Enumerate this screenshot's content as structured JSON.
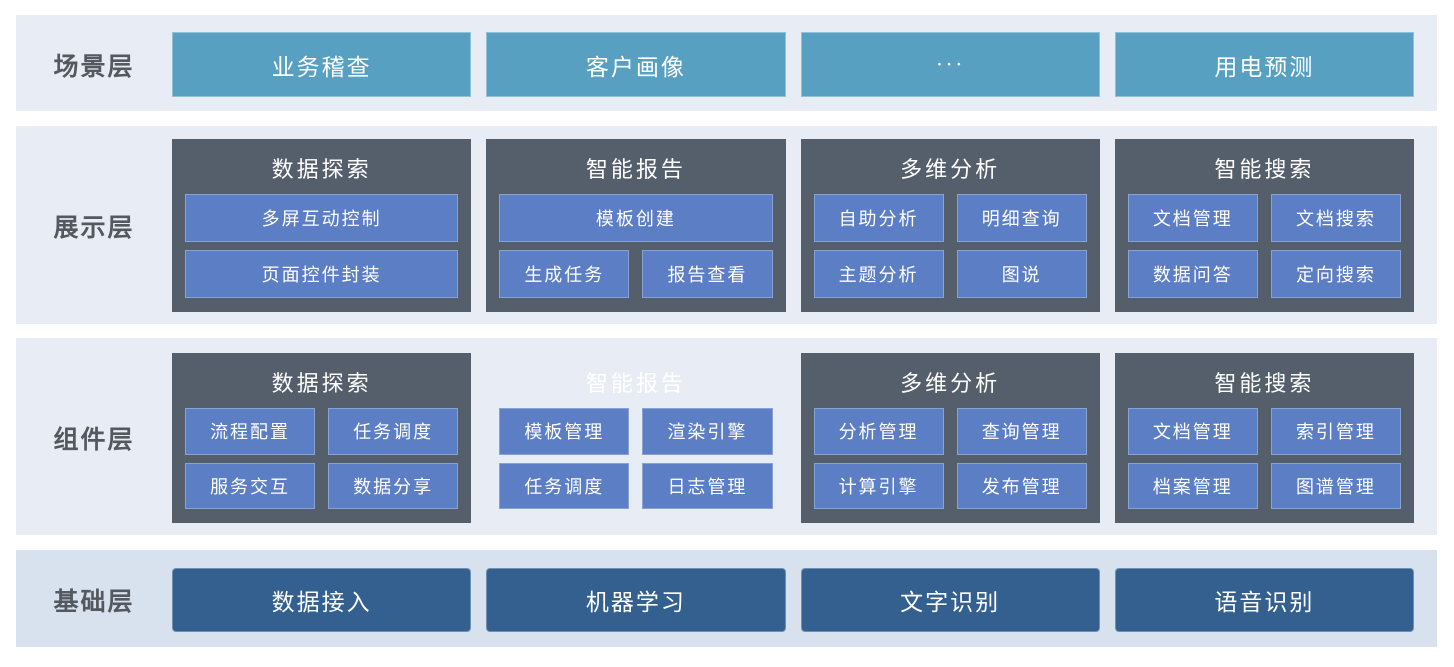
{
  "scene": {
    "label": "场景层",
    "boxes": [
      "业务稽查",
      "客户画像",
      "···",
      "用电预测"
    ]
  },
  "display": {
    "label": "展示层",
    "groups": [
      {
        "title": "数据探索",
        "items": [
          "多屏互动控制",
          "页面控件封装"
        ]
      },
      {
        "title": "智能报告",
        "items": [
          "模板创建",
          "生成任务",
          "报告查看"
        ]
      },
      {
        "title": "多维分析",
        "items": [
          "自助分析",
          "明细查询",
          "主题分析",
          "图说"
        ]
      },
      {
        "title": "智能搜索",
        "items": [
          "文档管理",
          "文档搜索",
          "数据问答",
          "定向搜索"
        ]
      }
    ]
  },
  "component": {
    "label": "组件层",
    "groups": [
      {
        "title": "数据探索",
        "items": [
          "流程配置",
          "任务调度",
          "服务交互",
          "数据分享"
        ]
      },
      {
        "title": "智能报告",
        "items": [
          "模板管理",
          "渲染引擎",
          "任务调度",
          "日志管理"
        ]
      },
      {
        "title": "多维分析",
        "items": [
          "分析管理",
          "查询管理",
          "计算引擎",
          "发布管理"
        ]
      },
      {
        "title": "智能搜索",
        "items": [
          "文档管理",
          "索引管理",
          "档案管理",
          "图谱管理"
        ]
      }
    ]
  },
  "base": {
    "label": "基础层",
    "boxes": [
      "数据接入",
      "机器学习",
      "文字识别",
      "语音识别"
    ]
  },
  "colors": {
    "scene_box": "#57a0c2",
    "group_bg": "#555f6c",
    "item_bg": "#5b7ec4",
    "base_box": "#33608f",
    "band_bg": "#e8edf5",
    "base_band_bg": "#d8e1ee"
  }
}
